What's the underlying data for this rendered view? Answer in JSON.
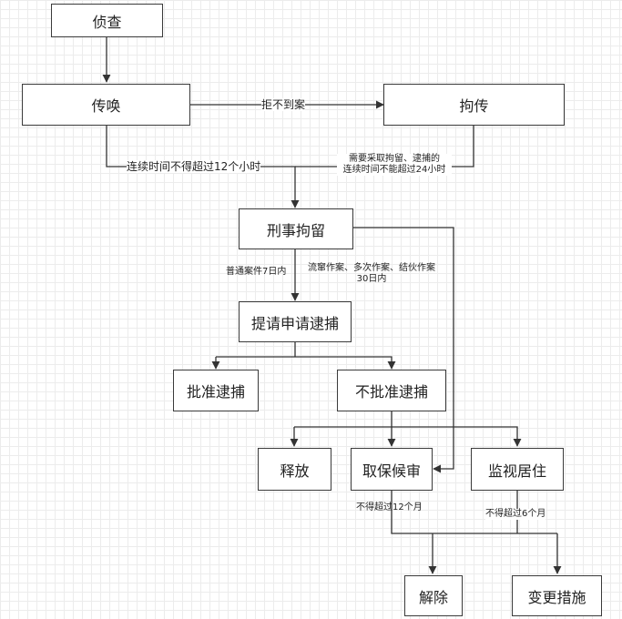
{
  "nodes": {
    "zhencha": "侦查",
    "chuanhuan": "传唤",
    "juchuan": "拘传",
    "xingshi_juliu": "刑事拘留",
    "tiqing_daibu": "提请申请逮捕",
    "pizhun_daibu": "批准逮捕",
    "bupizhun_daibu": "不批准逮捕",
    "shifang": "释放",
    "qubao_houshen": "取保候审",
    "jianshi_juzhu": "监视居住",
    "jiechu": "解除",
    "biangeng_cuoshi": "变更措施"
  },
  "edge_labels": {
    "refuse": "拒不到案",
    "continuous_12h": "连续时间不得超过12个小时",
    "juchuan_line1": "需要采取拘留、逮捕的",
    "juchuan_line2": "连续时间不能超过24小时",
    "normal_7d": "普通案件7日内",
    "special_line1": "流窜作案、多次作案、结伙作案",
    "special_line2": "30日内",
    "bail_12m": "不得超过12个月",
    "surveillance_6m": "不得超过6个月"
  }
}
